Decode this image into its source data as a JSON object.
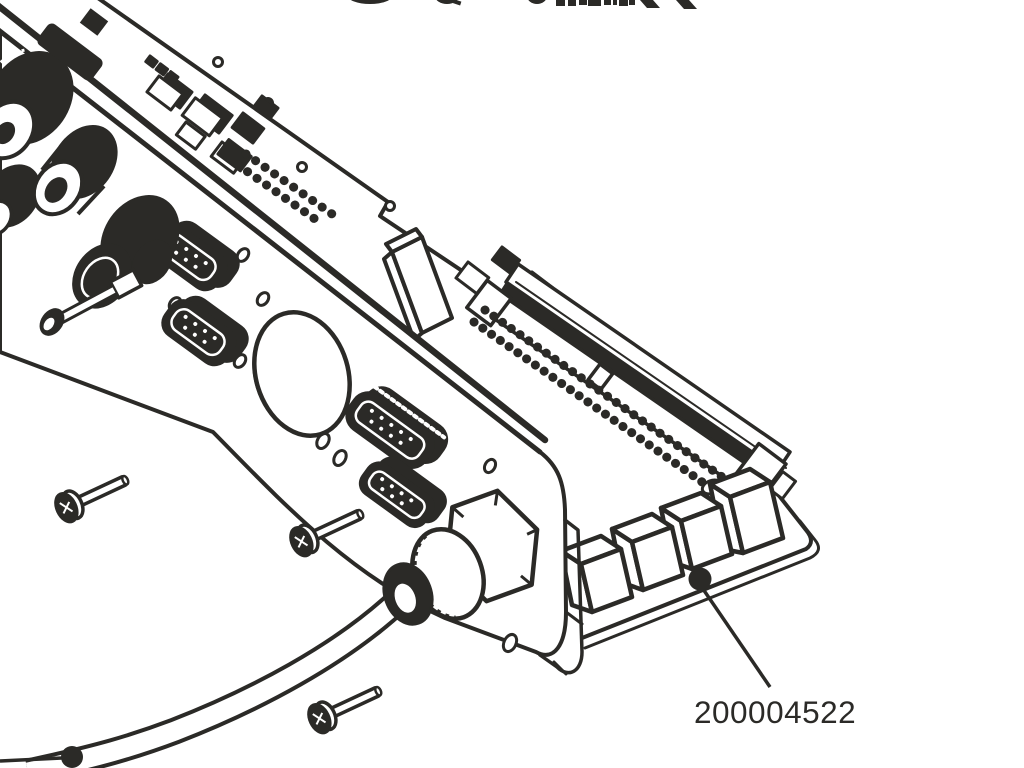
{
  "document": {
    "type": "exploded-parts-diagram",
    "subject": "panel-pcb-assembly",
    "cropped_title_visible": true
  },
  "callout": {
    "part_number": "200004522"
  },
  "secondary_callout": {
    "has_visible_label": false
  },
  "palette": {
    "ink": "#2b2a27",
    "paper": "#ffffff"
  }
}
